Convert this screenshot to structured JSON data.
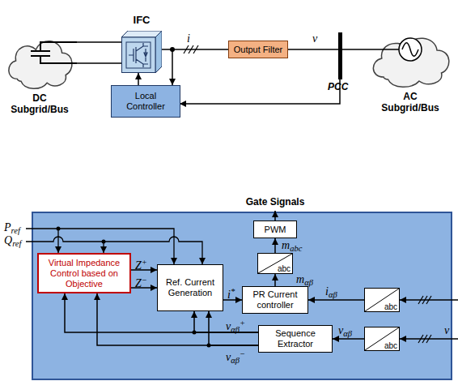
{
  "diagram": {
    "nodes": [
      {
        "text": [
          "DC Subgrid/Bus"
        ]
      },
      {
        "text": [
          "IFC"
        ]
      },
      {
        "text": [
          "Local Controller"
        ]
      },
      {
        "text": [
          "Output Filter"
        ]
      },
      {
        "text": [
          "AC Subgrid/Bus"
        ]
      },
      {
        "text": [
          "Virtual Impedance Control based on Objective"
        ]
      },
      {
        "text": [
          "Ref. Current Generation"
        ]
      },
      {
        "text": [
          "PWM"
        ]
      },
      {
        "text": [
          "abc"
        ]
      },
      {
        "text": [
          "PR Current controller"
        ]
      },
      {
        "text": [
          "abc"
        ]
      },
      {
        "text": [
          "Sequence Extractor"
        ]
      },
      {
        "text": [
          "abc"
        ]
      }
    ],
    "edges": [
      {
        "from": 0,
        "to": 1,
        "arrow": "none"
      },
      {
        "from": 0,
        "to": 1,
        "arrow": "none"
      },
      {
        "from": 1,
        "to": 3,
        "label": "i",
        "arrow": "none"
      },
      {
        "from": 3,
        "to": 4,
        "label": "v",
        "arrow": "none"
      },
      {
        "from": 2,
        "to": 1,
        "arrow": "to"
      },
      {
        "from": 5,
        "to": 6,
        "label": "Z+",
        "arrow": "to"
      },
      {
        "from": 5,
        "to": 6,
        "label": "Z−",
        "arrow": "to"
      },
      {
        "from": 6,
        "to": 9,
        "label": "i*",
        "arrow": "to"
      },
      {
        "from": 9,
        "to": 8,
        "label": "mαβ",
        "arrow": "to"
      },
      {
        "from": 8,
        "to": 7,
        "label": "mabc",
        "arrow": "to"
      },
      {
        "from": 10,
        "to": 9,
        "label": "iαβ",
        "arrow": "to"
      },
      {
        "from": 12,
        "to": 11,
        "label": "vαβ",
        "arrow": "to"
      },
      {
        "from": 11,
        "to": 6,
        "arrow": "to"
      },
      {
        "from": 11,
        "to": 6,
        "arrow": "to"
      },
      {
        "from": 11,
        "to": 5,
        "arrow": "to"
      },
      {
        "from": 11,
        "to": 5,
        "arrow": "to"
      }
    ],
    "labels": [
      "Gate Signals",
      "Pref",
      "Qref",
      "PCC",
      "vαβ+",
      "vαβ−",
      "v"
    ]
  }
}
